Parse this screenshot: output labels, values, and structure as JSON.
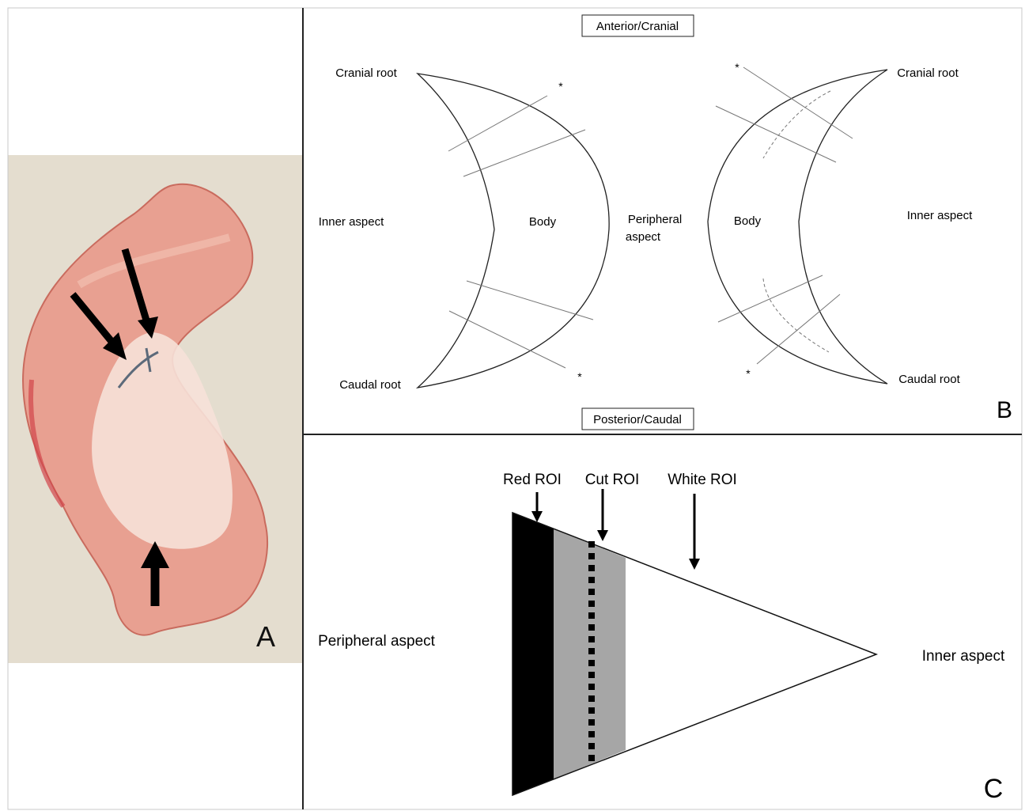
{
  "panels": {
    "a": {
      "label": "A"
    },
    "b": {
      "label": "B",
      "orientation_top": "Anterior/Cranial",
      "orientation_bottom": "Posterior/Caudal",
      "left_meniscus": {
        "cranial_root": "Cranial root",
        "caudal_root": "Caudal root",
        "inner_aspect": "Inner aspect",
        "body": "Body"
      },
      "center_label_line1": "Peripheral",
      "center_label_line2": "aspect",
      "right_meniscus": {
        "cranial_root": "Cranial root",
        "caudal_root": "Caudal root",
        "inner_aspect": "Inner aspect",
        "body": "Body"
      },
      "marker": "*"
    },
    "c": {
      "label": "C",
      "red_roi": "Red ROI",
      "cut_roi": "Cut ROI",
      "white_roi": "White ROI",
      "peripheral_aspect": "Peripheral aspect",
      "inner_aspect": "Inner aspect"
    }
  },
  "colors": {
    "red_zone": "#000000",
    "cut_zone": "#a6a6a6",
    "white_zone": "#ffffff",
    "tissue": "#e69a8c",
    "tissue_pale": "#f5dcd2",
    "background_photo": "#e4ddcf"
  }
}
